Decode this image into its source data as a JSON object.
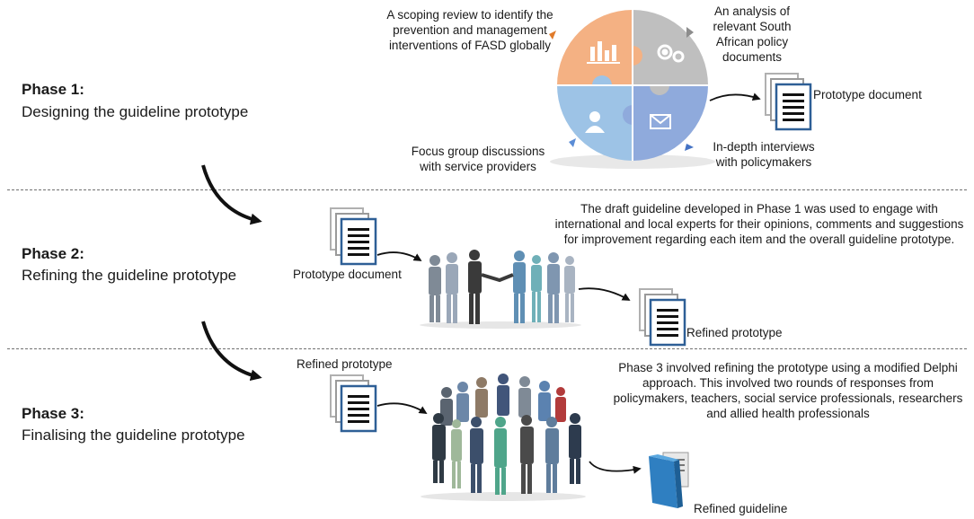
{
  "phase1": {
    "title": "Phase 1:",
    "subtitle": "Designing the guideline prototype",
    "q1": "A scoping review to identify the prevention and management interventions of FASD globally",
    "q2": "An analysis of relevant South African policy documents",
    "q3": "Focus group discussions with service providers",
    "q4": "In-depth interviews with policymakers",
    "output": "Prototype document"
  },
  "phase2": {
    "title": "Phase 2:",
    "subtitle": "Refining the guideline prototype",
    "input": "Prototype document",
    "description": "The draft guideline developed in Phase 1 was used to engage with international and local experts for their opinions, comments and suggestions for improvement regarding each item and the overall guideline prototype.",
    "output": "Refined prototype"
  },
  "phase3": {
    "title": "Phase 3:",
    "subtitle": "Finalising the guideline prototype",
    "input": "Refined prototype",
    "description": "Phase 3 involved refining the prototype using a modified Delphi approach. This involved two rounds of responses from policymakers, teachers, social service professionals, researchers and allied health professionals",
    "output": "Refined guideline"
  },
  "colors": {
    "orange": "#f4b183",
    "gray": "#bfbfbf",
    "light_blue": "#9dc3e6",
    "periwinkle": "#8faadc",
    "doc_blue": "#2e5f96"
  },
  "icons": [
    "bar-chart-icon",
    "gear-icon",
    "person-icon",
    "envelope-icon",
    "document-stack-icon",
    "folder-icon",
    "curved-arrow-icon"
  ]
}
